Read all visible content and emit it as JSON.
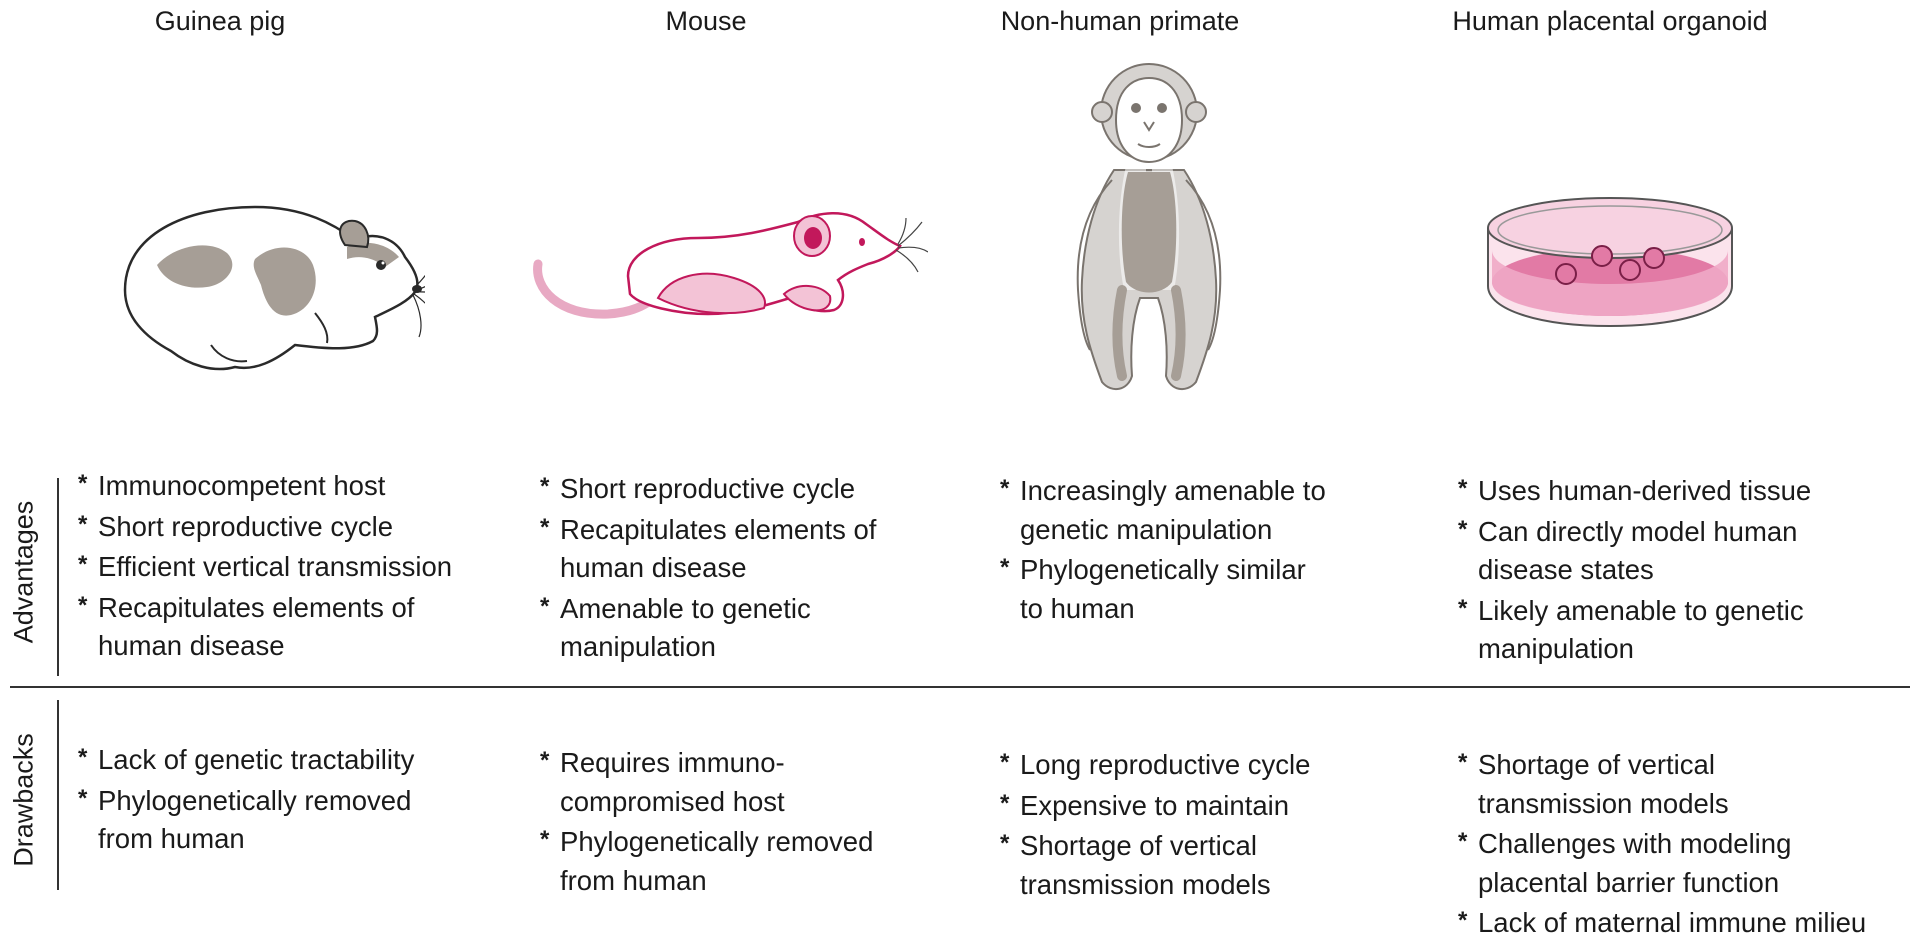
{
  "columns": [
    {
      "title": "Guinea pig",
      "icon": "guinea-pig-illustration",
      "advantages": [
        [
          "Immunocompetent host"
        ],
        [
          "Short reproductive cycle"
        ],
        [
          "Efficient vertical transmission"
        ],
        [
          "Recapitulates elements of",
          "human disease"
        ]
      ],
      "drawbacks": [
        [
          "Lack of genetic tractability"
        ],
        [
          "Phylogenetically removed",
          "from human"
        ]
      ]
    },
    {
      "title": "Mouse",
      "icon": "mouse-illustration",
      "advantages": [
        [
          "Short reproductive cycle"
        ],
        [
          "Recapitulates elements of",
          "human disease"
        ],
        [
          "Amenable to genetic",
          "manipulation"
        ]
      ],
      "drawbacks": [
        [
          "Requires immuno-",
          "compromised host"
        ],
        [
          "Phylogenetically removed",
          "from human"
        ]
      ]
    },
    {
      "title": "Non-human primate",
      "icon": "primate-illustration",
      "advantages": [
        [
          "Increasingly amenable to",
          "genetic manipulation"
        ],
        [
          "Phylogenetically similar",
          "to human"
        ]
      ],
      "drawbacks": [
        [
          "Long reproductive cycle"
        ],
        [
          "Expensive to maintain"
        ],
        [
          "Shortage of vertical",
          "transmission models"
        ]
      ]
    },
    {
      "title": "Human placental organoid",
      "icon": "petri-dish-organoid-illustration",
      "advantages": [
        [
          "Uses human-derived tissue"
        ],
        [
          "Can directly model human",
          "disease states"
        ],
        [
          "Likely amenable to genetic",
          "manipulation"
        ]
      ],
      "drawbacks": [
        [
          "Shortage of vertical",
          "transmission models"
        ],
        [
          "Challenges with modeling",
          "placental barrier function"
        ],
        [
          "Lack of maternal immune milieu"
        ]
      ]
    }
  ],
  "row_labels": {
    "advantages": "Advantages",
    "drawbacks": "Drawbacks"
  },
  "colors": {
    "text": "#1a1a1a",
    "rule": "#333333",
    "grey_fill": "#a69e96",
    "light_grey": "#d6d3d0",
    "magenta": "#c2185b",
    "pink_fill": "#f3c3d6",
    "pink_liquid": "#e27aa5"
  }
}
